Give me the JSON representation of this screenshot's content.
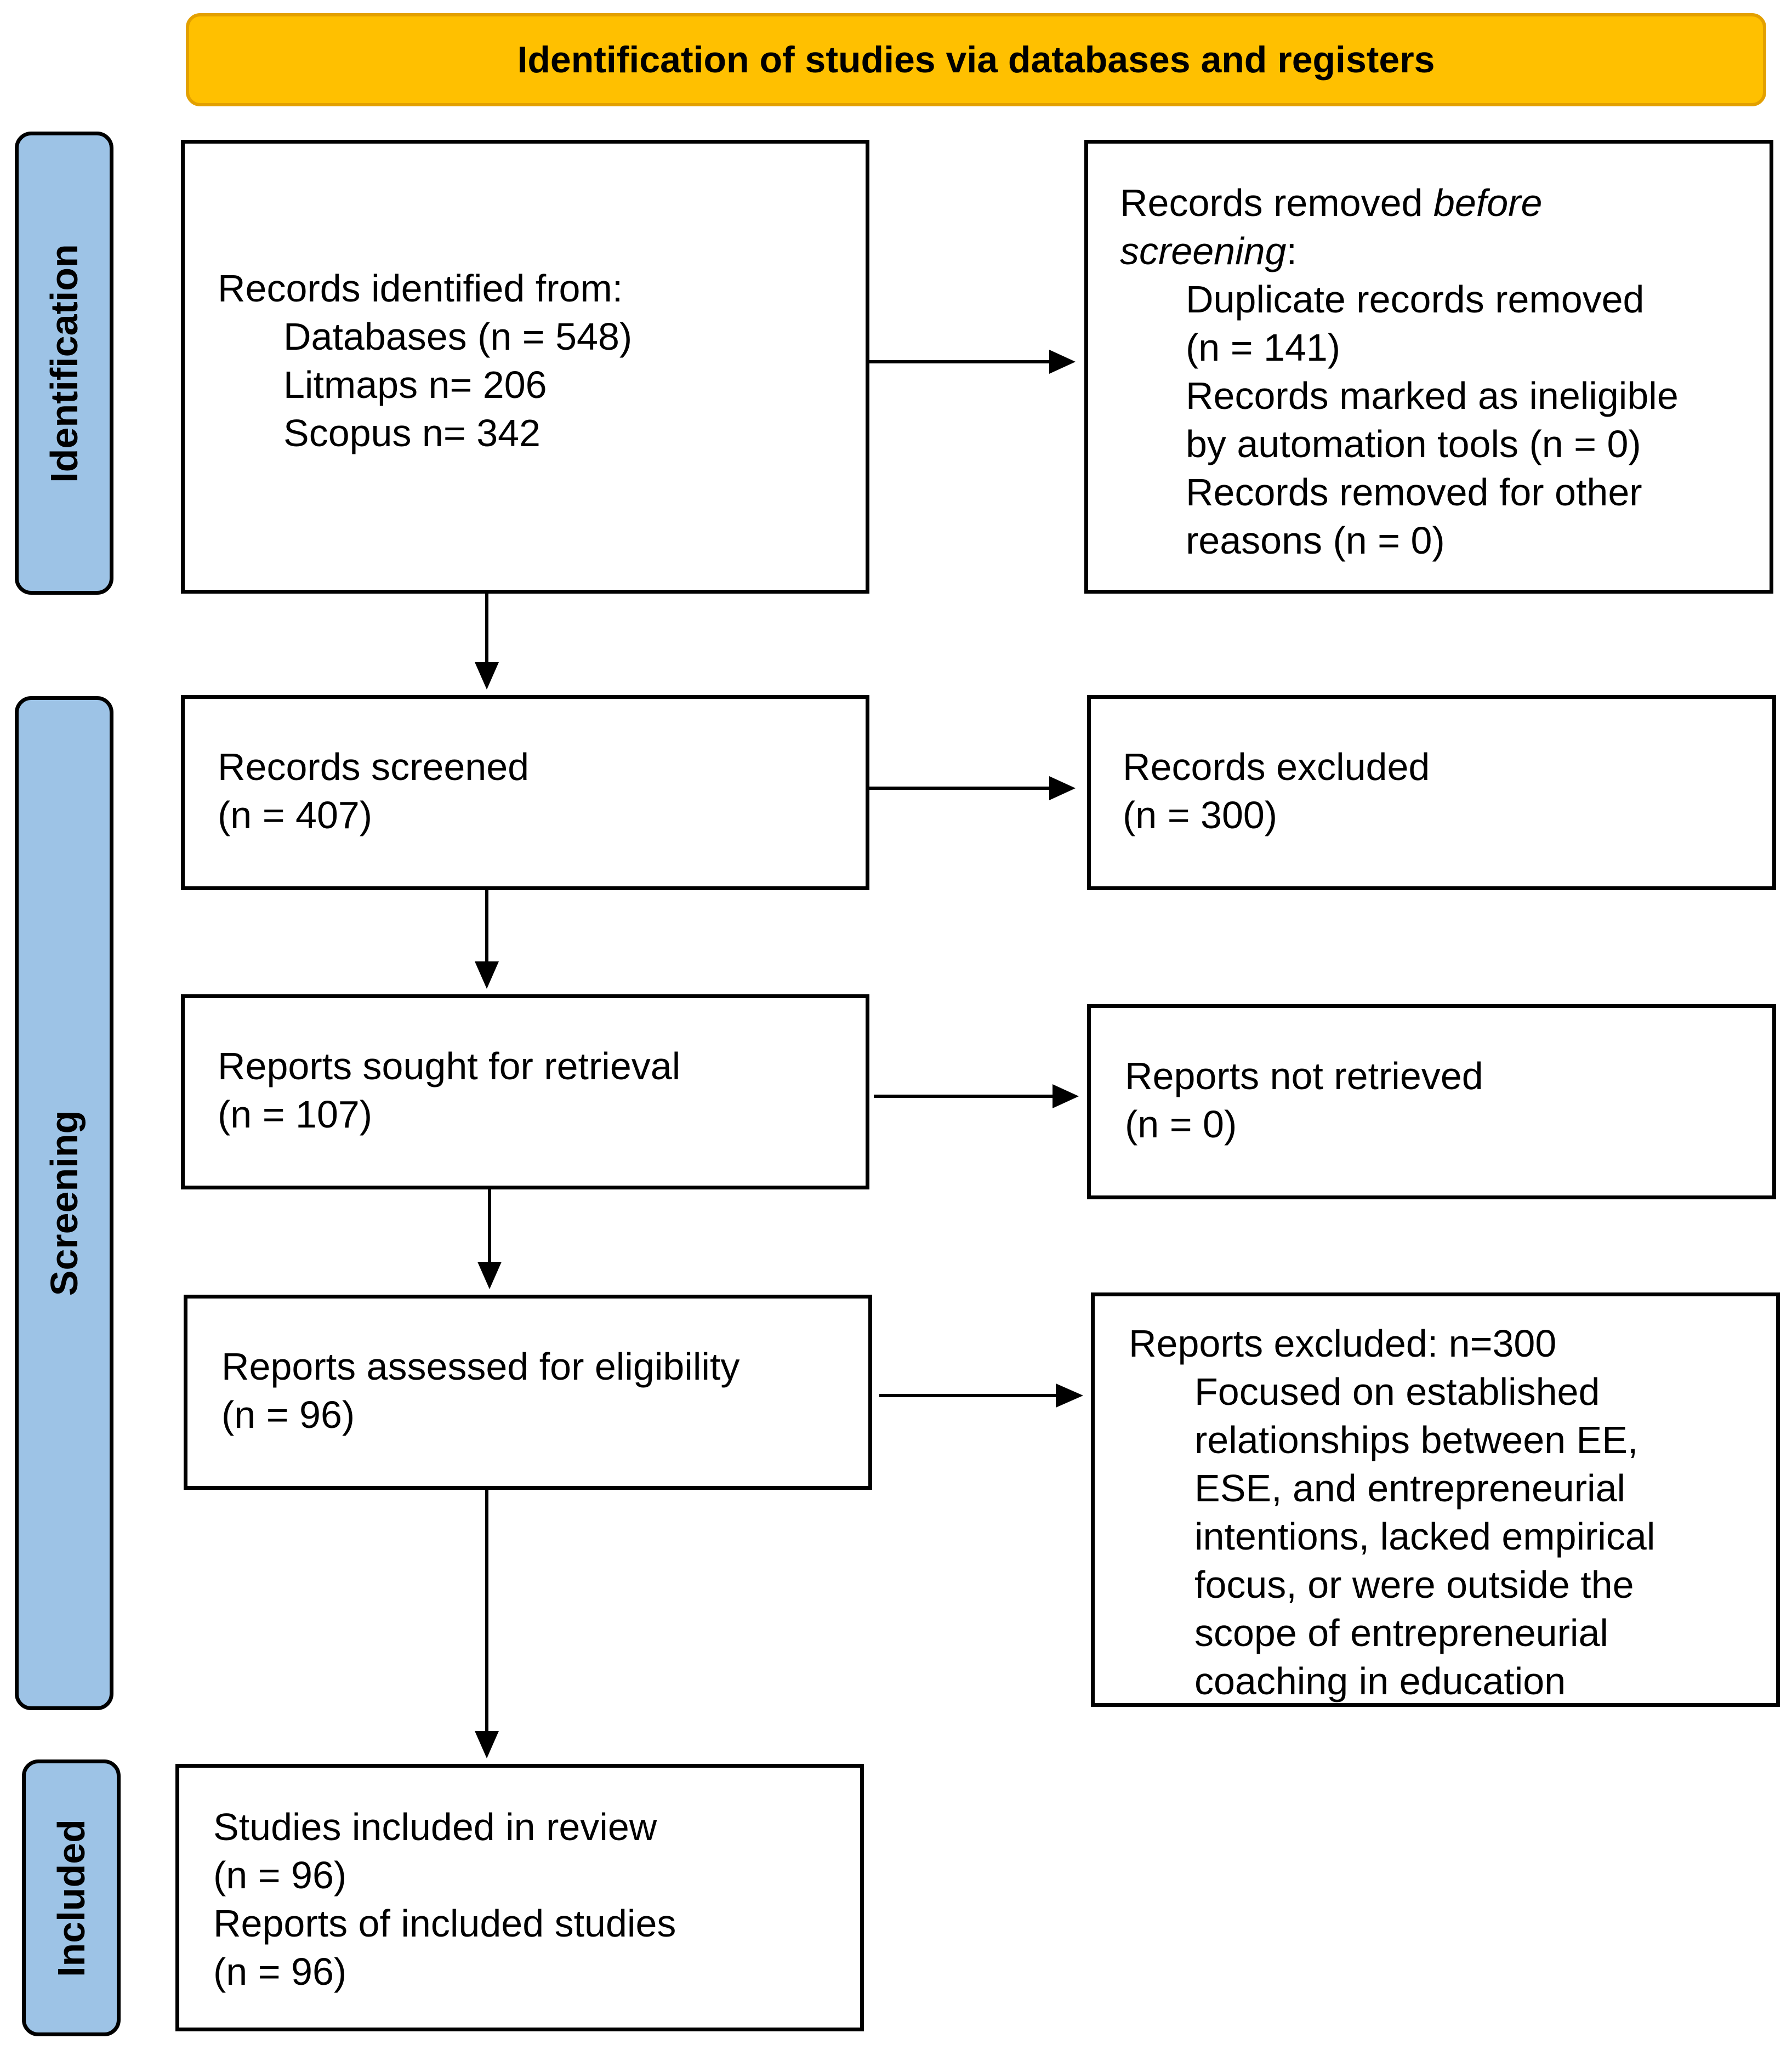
{
  "header": {
    "title": "Identification of studies via databases and registers"
  },
  "phases": {
    "identification": "Identification",
    "screening": "Screening",
    "included": "Included"
  },
  "boxes": {
    "records_identified": {
      "title": "Records identified from:",
      "databases": "Databases (n = 548)",
      "litmaps": "Litmaps n= 206",
      "scopus": "Scopus n= 342"
    },
    "records_removed": {
      "title_prefix": "Records removed ",
      "title_em1": "before",
      "title_em2": "screening",
      "title_suffix": ":",
      "duplicates_1": "Duplicate records removed",
      "duplicates_2": "(n = 141)",
      "ineligible_1": "Records marked as ineligible",
      "ineligible_2": "by automation tools (n = 0)",
      "other_1": "Records removed for other",
      "other_2": "reasons (n = 0)"
    },
    "records_screened": {
      "title": "Records screened",
      "count": "(n = 407)"
    },
    "records_excluded": {
      "title": "Records excluded",
      "count": "(n = 300)"
    },
    "reports_sought": {
      "title": "Reports sought for retrieval",
      "count": "(n = 107)"
    },
    "reports_not_retrieved": {
      "title": "Reports not retrieved",
      "count": "(n = 0)"
    },
    "reports_assessed": {
      "title": "Reports assessed for eligibility",
      "count": "(n = 96)"
    },
    "reports_excluded": {
      "title": "Reports excluded: n=300",
      "lines": [
        "Focused on established",
        "relationships between EE,",
        "ESE, and entrepreneurial",
        "intentions, lacked empirical",
        "focus, or were outside the",
        "scope of entrepreneurial",
        "coaching in education"
      ]
    },
    "studies_included": {
      "title": "Studies included in review",
      "count": "(n = 96)",
      "reports_title": "Reports of included studies",
      "reports_count": "(n = 96)"
    }
  }
}
